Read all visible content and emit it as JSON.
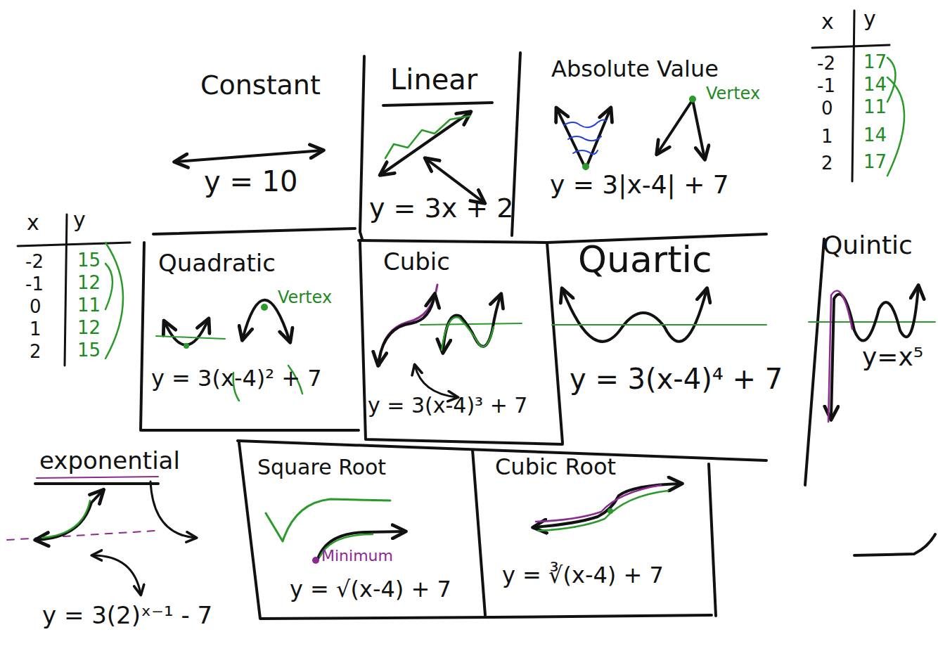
{
  "diagram": {
    "nodes": [
      {
        "text": [
          "Constant",
          "y = 10"
        ]
      },
      {
        "text": [
          "Linear",
          "y = 3x + 2"
        ]
      },
      {
        "text": [
          "Absolute Value",
          "Vertex",
          "y = 3|x-4| + 7"
        ]
      },
      {
        "text": [
          "Quadratic",
          "Vertex",
          "y = 3(x-4)² + 7"
        ]
      },
      {
        "text": [
          "Cubic",
          "y = 3(x-4)³ + 7"
        ]
      },
      {
        "text": [
          "Quartic",
          "y = 3(x-4)⁴ + 7"
        ]
      },
      {
        "text": [
          "Quintic",
          "y=x⁵"
        ]
      },
      {
        "text": [
          "exponential",
          "y = 3(2)ˣ⁻¹ - 7"
        ]
      },
      {
        "text": [
          "Square Root",
          "Minimum",
          "y = √(x-4) + 7"
        ]
      },
      {
        "text": [
          "Cubic Root",
          "y = ∛(x-4) + 7"
        ]
      }
    ],
    "labels": [
      "x",
      "y",
      "-2",
      "17",
      "-1",
      "14",
      "0",
      "11",
      "1",
      "14",
      "2",
      "17",
      "x",
      "y",
      "-2",
      "15",
      "-1",
      "12",
      "0",
      "11",
      "1",
      "12",
      "2",
      "15"
    ]
  }
}
